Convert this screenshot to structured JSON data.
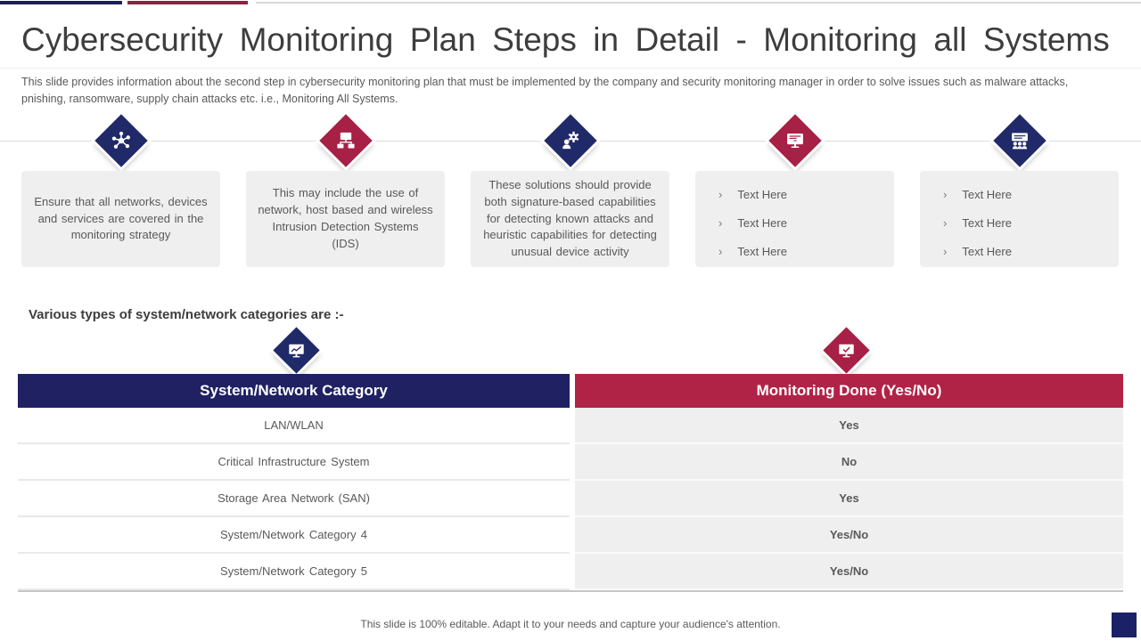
{
  "header": {
    "title": "Cybersecurity Monitoring Plan Steps in Detail - Monitoring all Systems",
    "subtitle": "This slide provides information about the second step in cybersecurity monitoring plan that must be implemented by the company and security monitoring manager in order to solve issues such as malware attacks, pnishing, ransomware, supply chain attacks etc. i.e., Monitoring All Systems."
  },
  "colors": {
    "navy": "#212a68",
    "crimson": "#a72045",
    "header_navy": "#1f2163",
    "header_crimson": "#b12346",
    "top_bar_navy": "#1b2154",
    "top_bar_red": "#8e2240",
    "box_gray": "#efefef",
    "value_column_gray": "#f0efef"
  },
  "ui": {
    "bullet_char": "›"
  },
  "steps": [
    {
      "icon": "network-hub-icon",
      "type": "text",
      "text": "Ensure that all networks, devices and services are covered in the monitoring strategy"
    },
    {
      "icon": "networked-computers-icon",
      "type": "text",
      "text": "This may include the use of network, host based and wireless Intrusion Detection Systems (IDS)"
    },
    {
      "icon": "user-gear-icon",
      "type": "text",
      "text": "These solutions should provide both signature-based capabilities for detecting known attacks and heuristic capabilities for detecting unusual device activity"
    },
    {
      "icon": "monitor-icon",
      "type": "bullets",
      "bullets": [
        "Text Here",
        "Text Here",
        "Text Here"
      ]
    },
    {
      "icon": "presentation-audience-icon",
      "type": "bullets",
      "bullets": [
        "Text Here",
        "Text Here",
        "Text Here"
      ]
    }
  ],
  "section": {
    "heading": "Various types of system/network categories are :-"
  },
  "table": {
    "columns": [
      {
        "header": "System/Network Category",
        "icon": "monitor-chart-icon"
      },
      {
        "header": "Monitoring Done (Yes/No)",
        "icon": "monitor-check-icon"
      }
    ],
    "rows": [
      {
        "category": "LAN/WLAN",
        "monitoring": "Yes"
      },
      {
        "category": "Critical Infrastructure  System",
        "monitoring": "No"
      },
      {
        "category": "Storage  Area  Network  (SAN)",
        "monitoring": "Yes"
      },
      {
        "category": "System/Network  Category  4",
        "monitoring": "Yes/No"
      },
      {
        "category": "System/Network  Category  5",
        "monitoring": "Yes/No"
      }
    ]
  },
  "footer": {
    "note": "This slide is 100% editable. Adapt it to your needs and capture your audience's attention."
  }
}
